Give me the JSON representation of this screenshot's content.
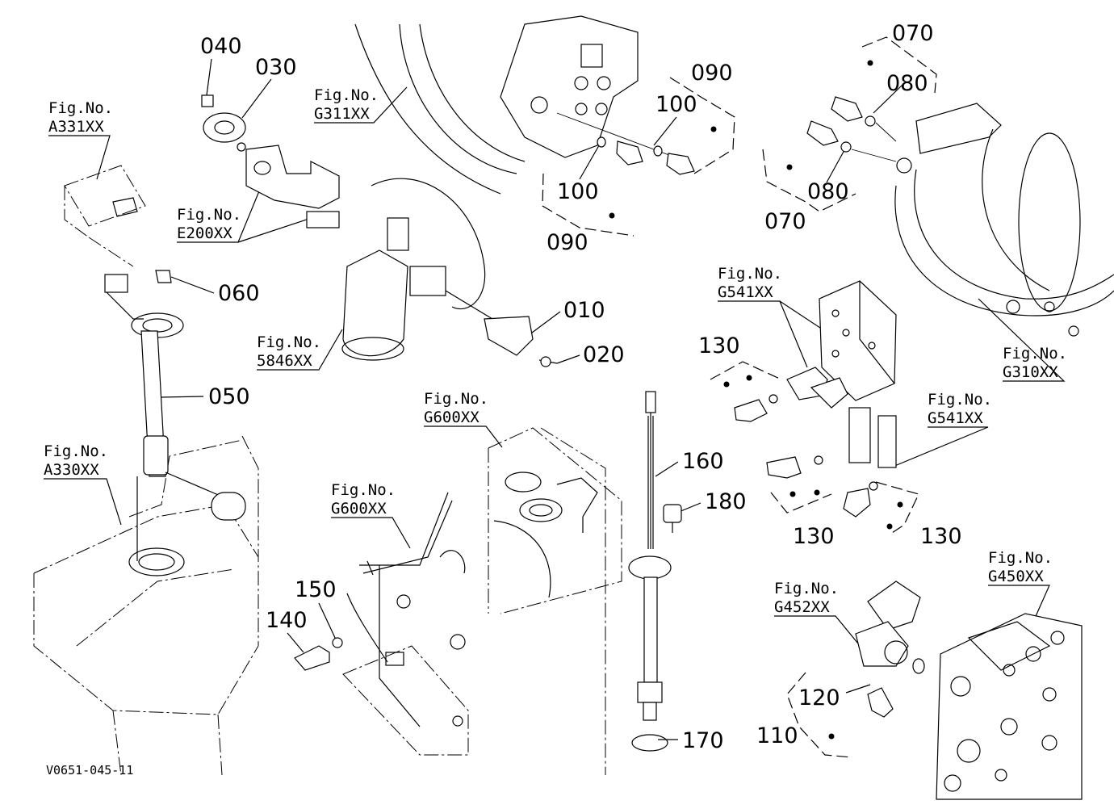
{
  "parts": {
    "p010": "010",
    "p020": "020",
    "p030": "030",
    "p040": "040",
    "p050": "050",
    "p060": "060",
    "p070a": "070",
    "p070b": "070",
    "p080a": "080",
    "p080b": "080",
    "p090a": "090",
    "p090b": "090",
    "p100a": "100",
    "p100b": "100",
    "p110": "110",
    "p120": "120",
    "p130a": "130",
    "p130b": "130",
    "p130c": "130",
    "p140": "140",
    "p150": "150",
    "p160": "160",
    "p170": "170",
    "p180": "180"
  },
  "figs": {
    "fig_label": "Fig.No.",
    "a331": "A331XX",
    "a330": "A330XX",
    "e200": "E200XX",
    "g311": "G311XX",
    "f5846": "5846XX",
    "g600a": "G600XX",
    "g600b": "G600XX",
    "g541a": "G541XX",
    "g541b": "G541XX",
    "g310": "G310XX",
    "g452": "G452XX",
    "g450": "G450XX"
  },
  "drawing_code": "V0651-045-11"
}
